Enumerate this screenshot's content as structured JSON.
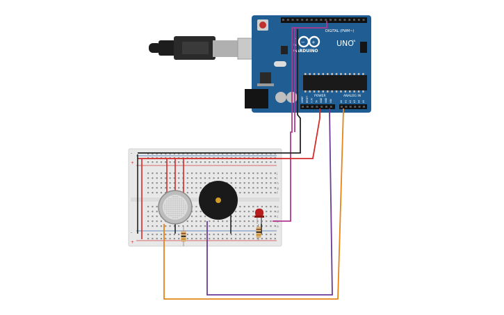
{
  "board": {
    "brand": "ARDUINO",
    "model": "UNO",
    "digital_header": "DIGITAL (PWM~)",
    "power_header": "POWER",
    "analog_header": "ANALOG IN",
    "tx_label": "TX",
    "rx_label": "RX",
    "l_label": "L",
    "on_label": "ON",
    "power_pins": [
      "IOREF",
      "RESET",
      "3.3V",
      "5V",
      "GND",
      "GND",
      "VIN"
    ],
    "analog_pins": [
      "A0",
      "A1",
      "A2",
      "A3",
      "A4",
      "A5"
    ]
  },
  "breadboard": {
    "top_row_letters": [
      "j",
      "i",
      "h",
      "g",
      "f"
    ],
    "bottom_row_letters": [
      "e",
      "d",
      "c",
      "b",
      "a"
    ],
    "rail_plus": "+",
    "rail_minus": "-"
  },
  "colors": {
    "board": "#1f5d92",
    "breadboard": "#e8e8e8",
    "wire_magenta": "#b2378f",
    "wire_black": "#222222",
    "wire_red": "#d42a2a",
    "wire_orange": "#e58418",
    "wire_purple": "#6b3a93",
    "usb_plug": "#2a2a2a",
    "led": "#b81c1c",
    "buzzer": "#1a1a1a"
  },
  "components": {
    "gas_sensor": "gas-sensor",
    "piezo_buzzer": "piezo-buzzer",
    "led": "red-led",
    "resistors": 2
  }
}
